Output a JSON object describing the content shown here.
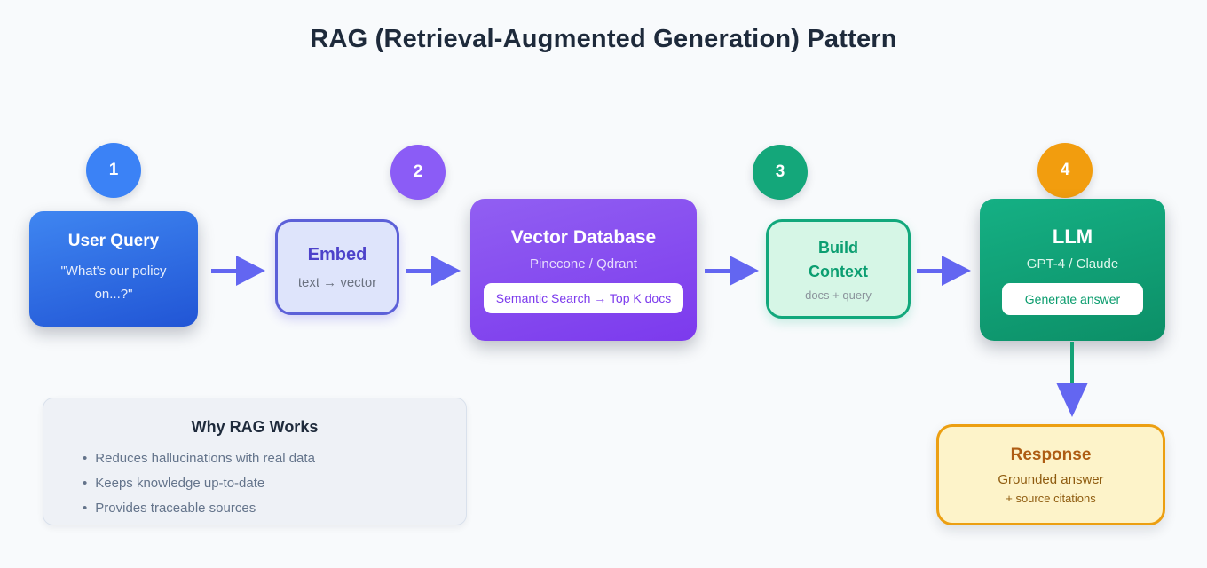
{
  "title": "RAG (Retrieval-Augmented Generation) Pattern",
  "steps": [
    {
      "number": "1",
      "color": "#3b82f6"
    },
    {
      "number": "2",
      "color": "#8b5cf6"
    },
    {
      "number": "3",
      "color": "#14a77a"
    },
    {
      "number": "4",
      "color": "#f29d0e"
    }
  ],
  "nodes": {
    "user_query": {
      "title": "User Query",
      "subtitle": "\"What's our policy on...?\""
    },
    "embed": {
      "title": "Embed",
      "subtitle": "text → vector"
    },
    "vector_db": {
      "title": "Vector Database",
      "subtitle": "Pinecone / Qdrant",
      "badge": "Semantic Search → Top K docs"
    },
    "build_context": {
      "title": "Build Context",
      "subtitle": "docs + query"
    },
    "llm": {
      "title": "LLM",
      "subtitle": "GPT-4 / Claude",
      "badge": "Generate answer"
    },
    "response": {
      "title": "Response",
      "line1": "Grounded answer",
      "line2": "+ source citations"
    }
  },
  "why_rag": {
    "title": "Why RAG Works",
    "items": [
      "Reduces hallucinations with real data",
      "Keeps knowledge up-to-date",
      "Provides traceable sources"
    ]
  },
  "colors": {
    "background": "#f8fafc",
    "title_text": "#1e2a3b",
    "arrow": "#6366f1",
    "step1_blue": "#3b82f6",
    "step2_purple": "#8b5cf6",
    "step3_green": "#14a77a",
    "step4_orange": "#f29d0e",
    "user_query_gradient_start": "#3f86f1",
    "user_query_gradient_end": "#2155d5",
    "embed_bg": "#dee4fb",
    "embed_border": "#5c60d8",
    "vector_db_gradient_start": "#915ff2",
    "vector_db_gradient_end": "#7c3aed",
    "build_context_bg": "#d6f6e6",
    "build_context_border": "#12a87c",
    "llm_gradient_start": "#15b084",
    "llm_gradient_end": "#0c8f67",
    "response_bg": "#fdf3c9",
    "response_border": "#ec9f12",
    "response_text": "#ae5c13",
    "why_box_bg": "#eef1f6",
    "why_bullet_text": "#64748b",
    "down_arrow_stem": "#14a276"
  }
}
